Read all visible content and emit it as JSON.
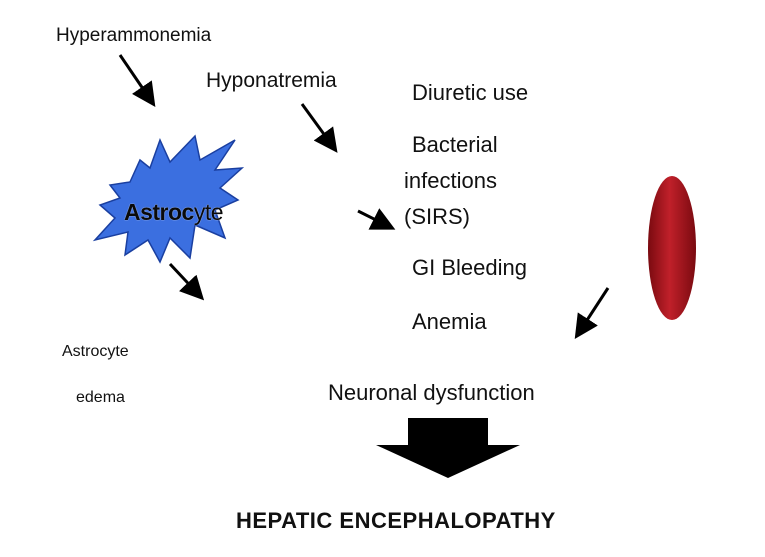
{
  "labels": {
    "hyperammonemia": "Hyperammonemia",
    "hyponatremia": "Hyponatremia",
    "astrocyte_bold": "Astroc",
    "astrocyte_rest": "yte",
    "astrocyte_edema_line1": "Astrocyte",
    "astrocyte_edema_line2": "edema",
    "diuretic_use": "Diuretic use",
    "bacterial_line1": "Bacterial",
    "bacterial_line2": "infections",
    "bacterial_line3": "(SIRS)",
    "gi_bleeding": "GI Bleeding",
    "anemia": "Anemia",
    "neuronal_dysfunction": "Neuronal dysfunction",
    "hepatic_encephalopathy": "HEPATIC ENCEPHALOPATHY"
  },
  "colors": {
    "astrocyte_fill": "#3b6fe0",
    "astrocyte_stroke": "#1a3fa0",
    "ellipse_fill": "#a0141c",
    "arrow": "#000000"
  },
  "icons": {
    "astrocyte": "star-burst-shape",
    "red_cell": "red-ellipse-shape",
    "big_arrow": "block-down-arrow"
  }
}
